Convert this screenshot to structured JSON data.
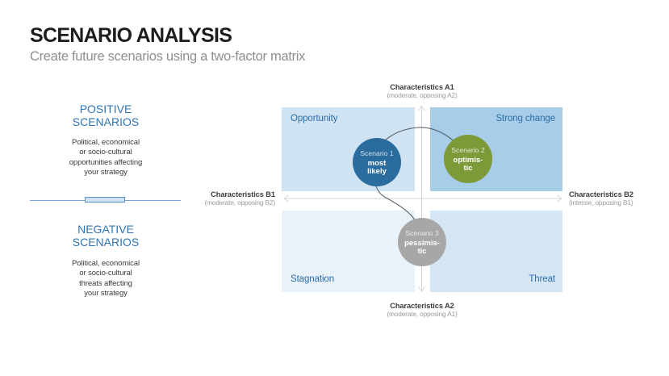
{
  "title": "SCENARIO ANALYSIS",
  "subtitle": "Create future scenarios using a two-factor matrix",
  "left_panel": {
    "positive": {
      "heading": "POSITIVE\nSCENARIOS",
      "body": "Political, economical\nor socio-cultural\nopportunities affecting\nyour strategy"
    },
    "negative": {
      "heading": "NEGATIVE\nSCENARIOS",
      "body": "Political, economical\nor socio-cultural\nthreats affecting\nyour strategy"
    }
  },
  "matrix": {
    "quadrants": [
      {
        "label": "Opportunity",
        "color": "#cfe3f3"
      },
      {
        "label": "Strong change",
        "color": "#a7cde8"
      },
      {
        "label": "Stagnation",
        "color": "#e9f1f9"
      },
      {
        "label": "Threat",
        "color": "#d4e6f4"
      }
    ],
    "axes": {
      "top": {
        "label": "Characteristics A1",
        "sublabel": "(moderate, opposing A2)"
      },
      "bottom": {
        "label": "Characteristics A2",
        "sublabel": "(moderate, opposing A1)"
      },
      "left": {
        "label": "Characteristics B1",
        "sublabel": "(moderate, opposing B2)"
      },
      "right": {
        "label": "Characteristics B2",
        "sublabel": "(intense, opposing B1)"
      }
    },
    "scenarios": [
      {
        "name": "Scenario 1",
        "label": "most\nlikely",
        "color": "#2b6c9f"
      },
      {
        "name": "Scenario 2",
        "label": "optimis-\ntic",
        "color": "#7c9a38"
      },
      {
        "name": "Scenario 3",
        "label": "pessimis-\ntic",
        "color": "#a7a7a7"
      }
    ]
  },
  "colors": {
    "accent_blue": "#2e75b6",
    "quadrant_label_blue": "#2c6da6",
    "axis_line_gray": "#cfd4d8",
    "curve_gray": "#57616c"
  }
}
